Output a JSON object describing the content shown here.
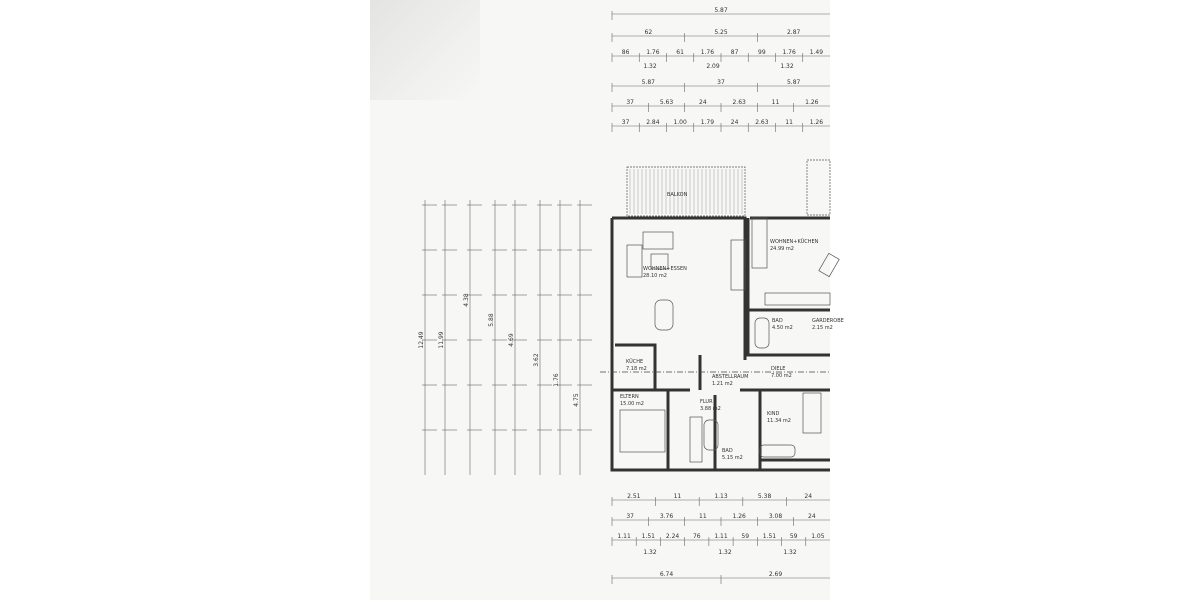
{
  "plan": {
    "rooms": [
      {
        "name": "BALKON",
        "area": ""
      },
      {
        "name": "WOHNEN+ESSEN",
        "area": "28.10 m2"
      },
      {
        "name": "WOHNEN+KÜCHEN",
        "area": "24.99 m2"
      },
      {
        "name": "BAD",
        "area": "4.50 m2"
      },
      {
        "name": "GARDEROBE",
        "area": "2.15 m2"
      },
      {
        "name": "KÜCHE",
        "area": "7.18 m2"
      },
      {
        "name": "ABSTELLRAUM",
        "area": "1.21 m2"
      },
      {
        "name": "DIELE",
        "area": "7.00 m2"
      },
      {
        "name": "ELTERN",
        "area": "15.00 m2"
      },
      {
        "name": "FLUR",
        "area": "3.88 m2"
      },
      {
        "name": "KIND",
        "area": "11.34 m2"
      },
      {
        "name": "BAD",
        "area": "5.15 m2"
      }
    ],
    "top_dims": [
      [
        "5.87"
      ],
      [
        "62",
        "5.25",
        "2.87"
      ],
      [
        "86",
        "1.76",
        "61",
        "1.76",
        "87",
        "99",
        "1.76",
        "1.49"
      ],
      [
        "1.32",
        "2.09",
        "1.32"
      ],
      [
        "5.87",
        "37",
        "5.87"
      ],
      [
        "37",
        "5.63",
        "24",
        "2.63",
        "11",
        "1.26"
      ],
      [
        "37",
        "2.84",
        "1.00",
        "1.79",
        "24",
        "2.63",
        "11",
        "1.26"
      ]
    ],
    "bottom_dims": [
      [
        "2.51",
        "11",
        "1.13",
        "5.38",
        "24"
      ],
      [
        "37",
        "3.76",
        "11",
        "1.26",
        "3.08",
        "24"
      ],
      [
        "1.11",
        "1.51",
        "2.24",
        "76",
        "1.11",
        "59",
        "1.51",
        "59",
        "1.05"
      ],
      [
        "1.32",
        "1.32",
        "1.32"
      ],
      [
        "6.74",
        "2.69"
      ]
    ],
    "left_dims": [
      "12.49",
      "11.99",
      "4.38",
      "5.88",
      "4.69",
      "3.62",
      "1.76",
      "4.75"
    ]
  }
}
